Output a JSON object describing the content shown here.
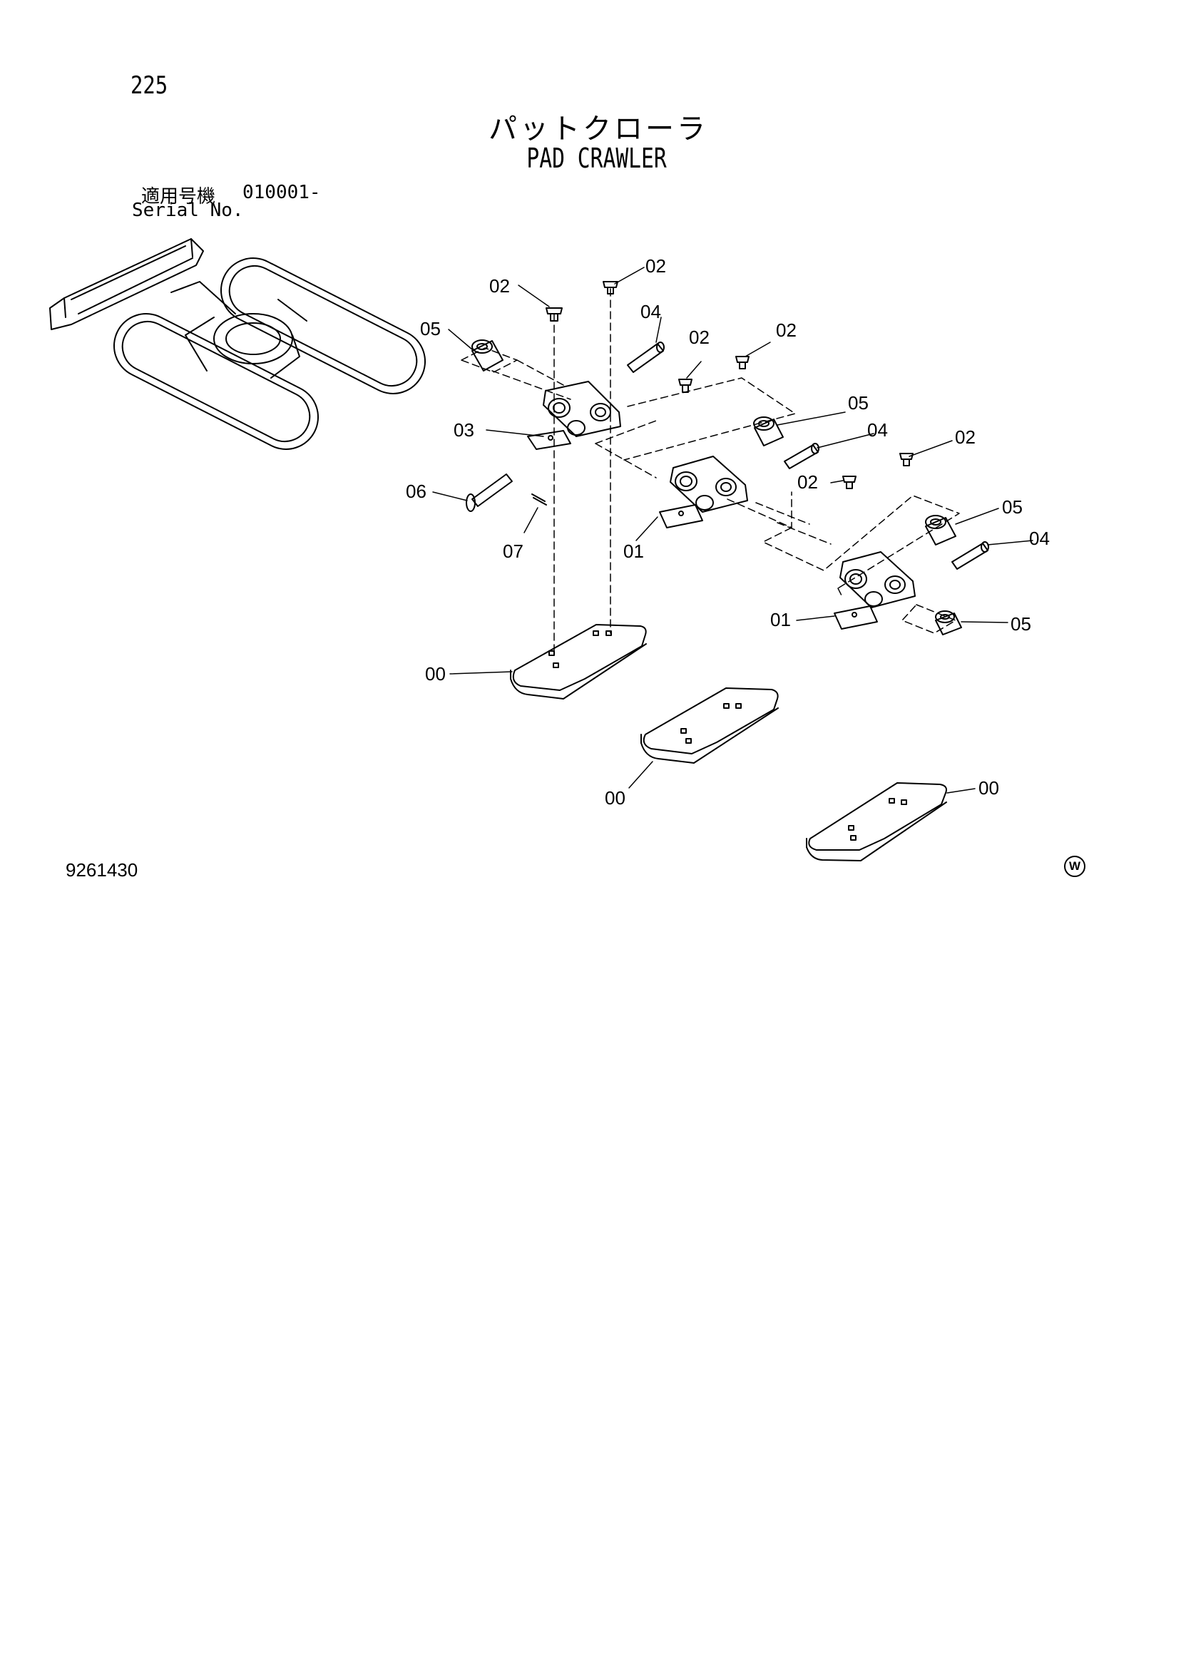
{
  "page_number": "225",
  "title_jp": "パットクローラ",
  "title_en": "PAD CRAWLER",
  "serial_label_jp": "適用号機",
  "serial_label_en": "Serial No.",
  "serial_value": "010001-",
  "figure_code": "9261430",
  "corner_mark": "W",
  "callouts": {
    "c00a": "00",
    "c00b": "00",
    "c00c": "00",
    "c01a": "01",
    "c01b": "01",
    "c02a": "02",
    "c02b": "02",
    "c02c": "02",
    "c02d": "02",
    "c02e": "02",
    "c02f": "02",
    "c03": "03",
    "c04a": "04",
    "c04b": "04",
    "c04c": "04",
    "c05a": "05",
    "c05b": "05",
    "c05c": "05",
    "c05d": "05",
    "c06": "06",
    "c07": "07"
  }
}
